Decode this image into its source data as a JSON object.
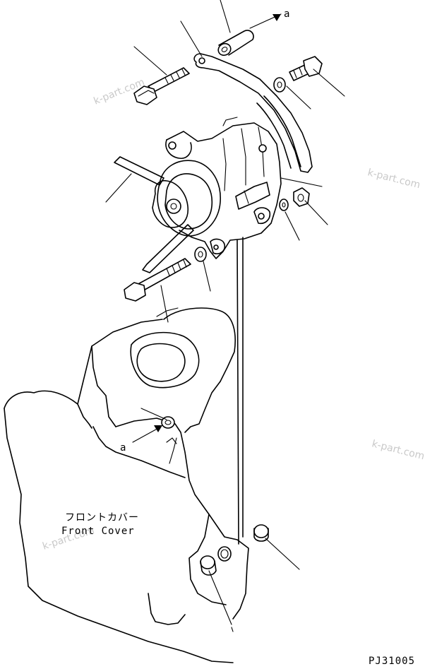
{
  "labels": {
    "front_cover_jp": "フロントカバー",
    "front_cover_en": "Front Cover",
    "arrow_a_top": "a",
    "arrow_a_bottom": "a",
    "code": "PJ31005"
  },
  "watermarks": [
    "k-part.com",
    "k-part.com",
    "k-part.com",
    "k-part.com"
  ]
}
